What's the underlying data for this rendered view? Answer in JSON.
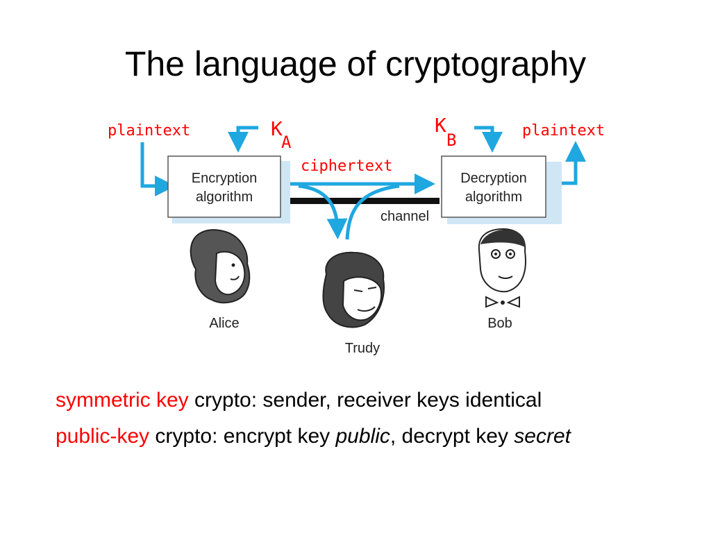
{
  "slide": {
    "title": "The language of cryptography"
  },
  "diagram": {
    "plaintext_left": "plaintext",
    "plaintext_right": "plaintext",
    "key_a": {
      "letter": "K",
      "subscript": "A"
    },
    "key_b": {
      "letter": "K",
      "subscript": "B"
    },
    "ciphertext": "ciphertext",
    "encryption_box": {
      "line1": "Encryption",
      "line2": "algorithm"
    },
    "decryption_box": {
      "line1": "Decryption",
      "line2": "algorithm"
    },
    "channel": "channel",
    "alice": "Alice",
    "trudy": "Trudy",
    "bob": "Bob"
  },
  "bullets": [
    {
      "term": "symmetric key",
      "text": " crypto: sender, receiver keys identical"
    },
    {
      "term": "public-key",
      "text_a": " crypto: encrypt key ",
      "italic_a": "public",
      "text_b": ", decrypt key ",
      "italic_b": "secret"
    }
  ],
  "colors": {
    "accent_red": "#ff0000",
    "arrow_blue": "#1fa7e0",
    "box_shadow_blue": "#cfe6f5"
  }
}
